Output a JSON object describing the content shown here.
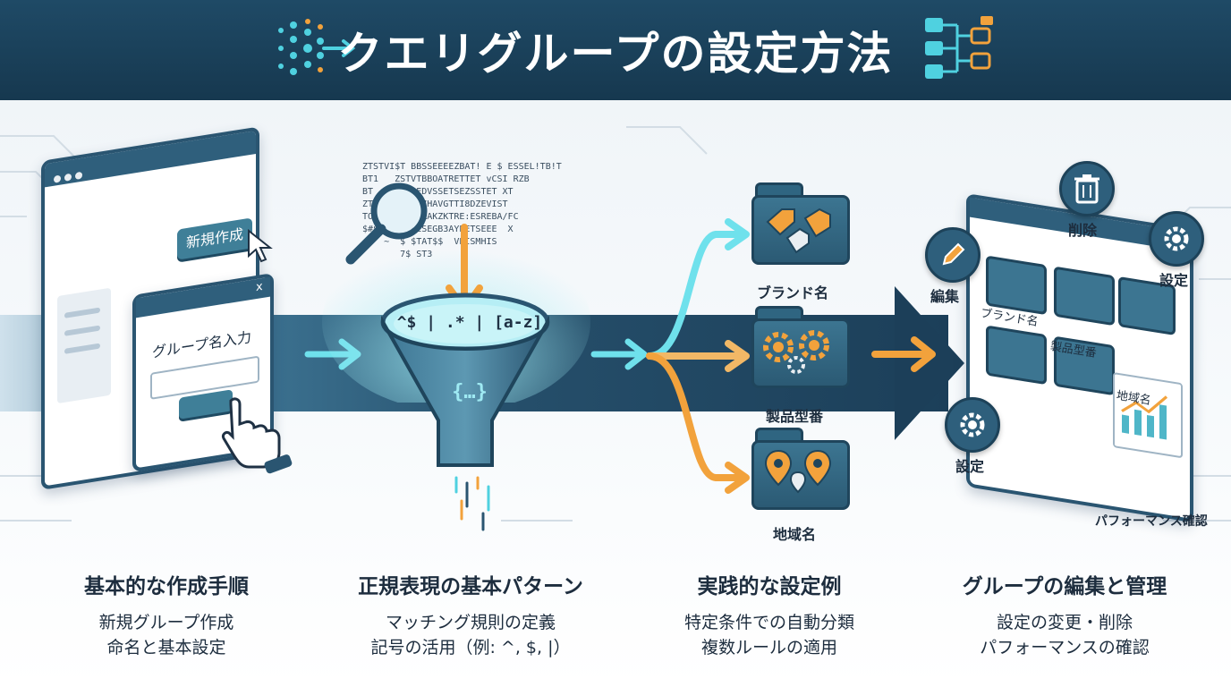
{
  "title": "クエリグループの設定方法",
  "colors": {
    "header_bg": "#1f4a66",
    "accent_cyan": "#4fd1e0",
    "accent_orange": "#f2a23c",
    "panel_border": "#2a5571"
  },
  "step1": {
    "new_button": "新規作成",
    "dialog_close": "x",
    "dialog_label": "グループ名入力",
    "heading": "基本的な作成手順",
    "desc_line1": "新規グループ作成",
    "desc_line2": "命名と基本設定"
  },
  "step2": {
    "code_lines": [
      "ZTSTVI$T BBSSEEEEZBAT! E $ ESSEL!TB!T",
      "BT1   ZSTVTBBOATRETTET vCSI RZB",
      "BT     THAEDVSSETSEZSSTET XT",
      "ZT  !   ORC7HAVGTTI8DZEVIST",
      "TO ! 3$  AAAAKZKTRE:ESREBA/FC",
      "$#$  ! ~TGESEGB3AYEETSEEE  X",
      "    ~  $ $TAT$$  VEISMHIS",
      "       7$ ST3"
    ],
    "funnel_tokens": "^$ | .* | [a-z]",
    "funnel_bottom": "{…}",
    "heading": "正規表現の基本パターン",
    "desc_line1": "マッチング規則の定義",
    "desc_line2": "記号の活用（例: ^, $, |）"
  },
  "step3": {
    "folders": [
      {
        "label": "ブランド名",
        "icon": "tag-icon"
      },
      {
        "label": "製品型番",
        "icon": "gear-icon"
      },
      {
        "label": "地域名",
        "icon": "map-pin-icon"
      }
    ],
    "heading": "実践的な設定例",
    "desc_line1": "特定条件での自動分類",
    "desc_line2": "複数ルールの適用"
  },
  "step4": {
    "actions": {
      "delete": "削除",
      "settings": "設定",
      "edit": "編集",
      "settings_lower": "設定"
    },
    "grid_labels": [
      "ブランド名",
      "製品型番",
      "地域名"
    ],
    "performance_label": "パフォーマンス確認",
    "heading": "グループの編集と管理",
    "desc_line1": "設定の変更・削除",
    "desc_line2": "パフォーマンスの確認"
  }
}
